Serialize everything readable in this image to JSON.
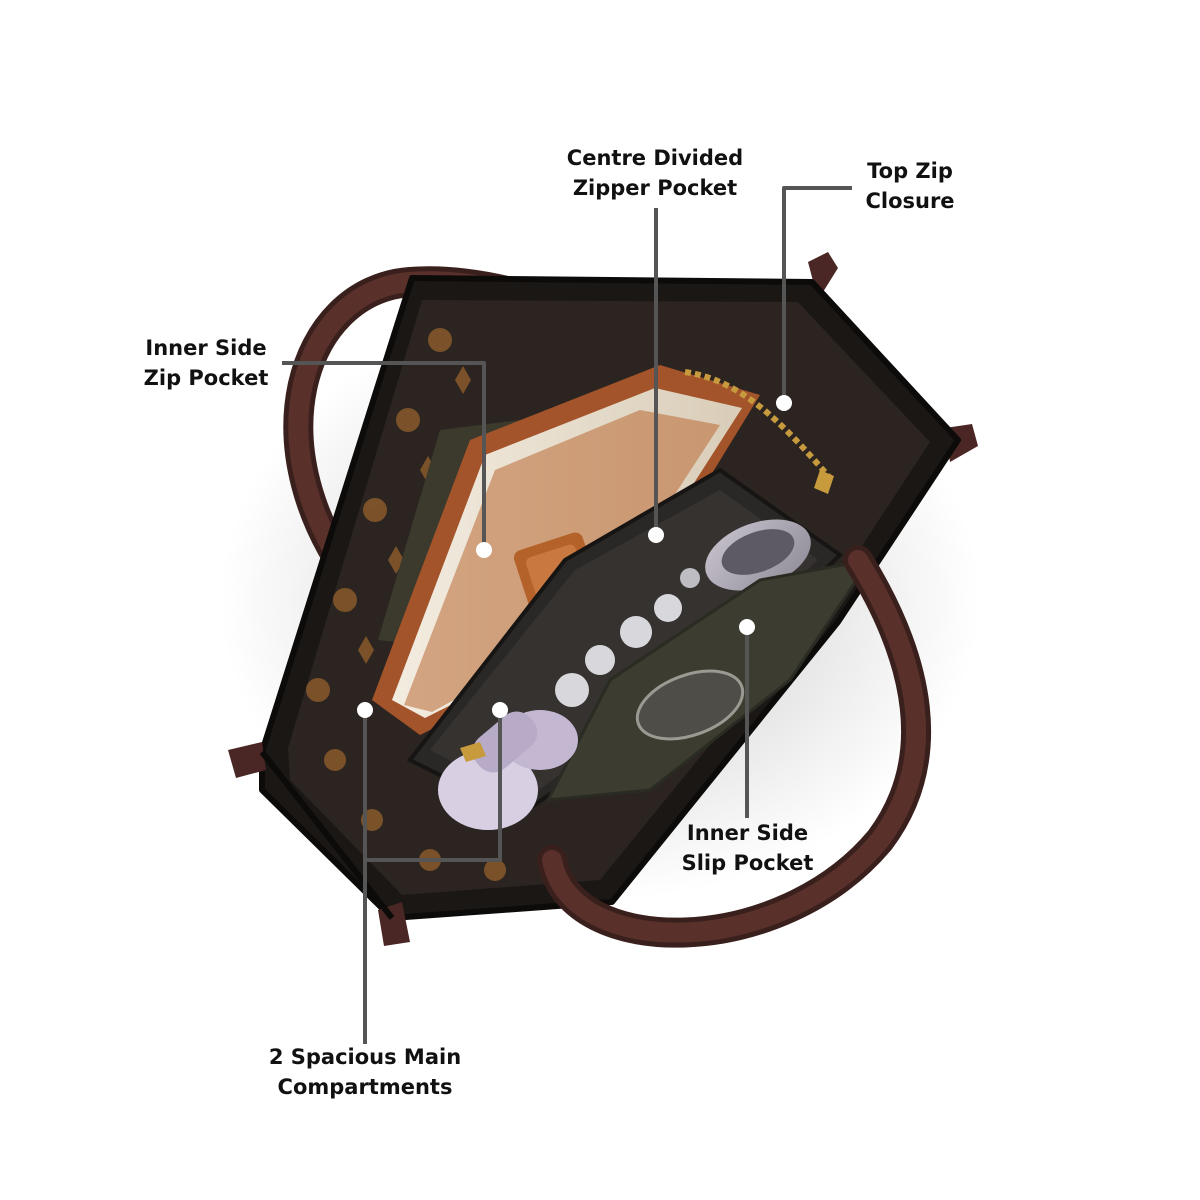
{
  "labels": {
    "centre_pocket": {
      "line1": "Centre Divided",
      "line2": "Zipper Pocket"
    },
    "top_zip": {
      "line1": "Top Zip",
      "line2": "Closure"
    },
    "inner_zip": {
      "line1": "Inner Side",
      "line2": "Zip Pocket"
    },
    "slip_pocket": {
      "line1": "Inner Side",
      "line2": "Slip Pocket"
    },
    "main_compartments": {
      "line1": "2 Spacious Main",
      "line2": "Compartments"
    }
  },
  "colors": {
    "leader_line": "#555555",
    "marker": "#ffffff",
    "bag_body": "#1e1b19",
    "handle": "#4a2724",
    "monogram": "#8a5a2b",
    "notebook": "#b5602b"
  }
}
